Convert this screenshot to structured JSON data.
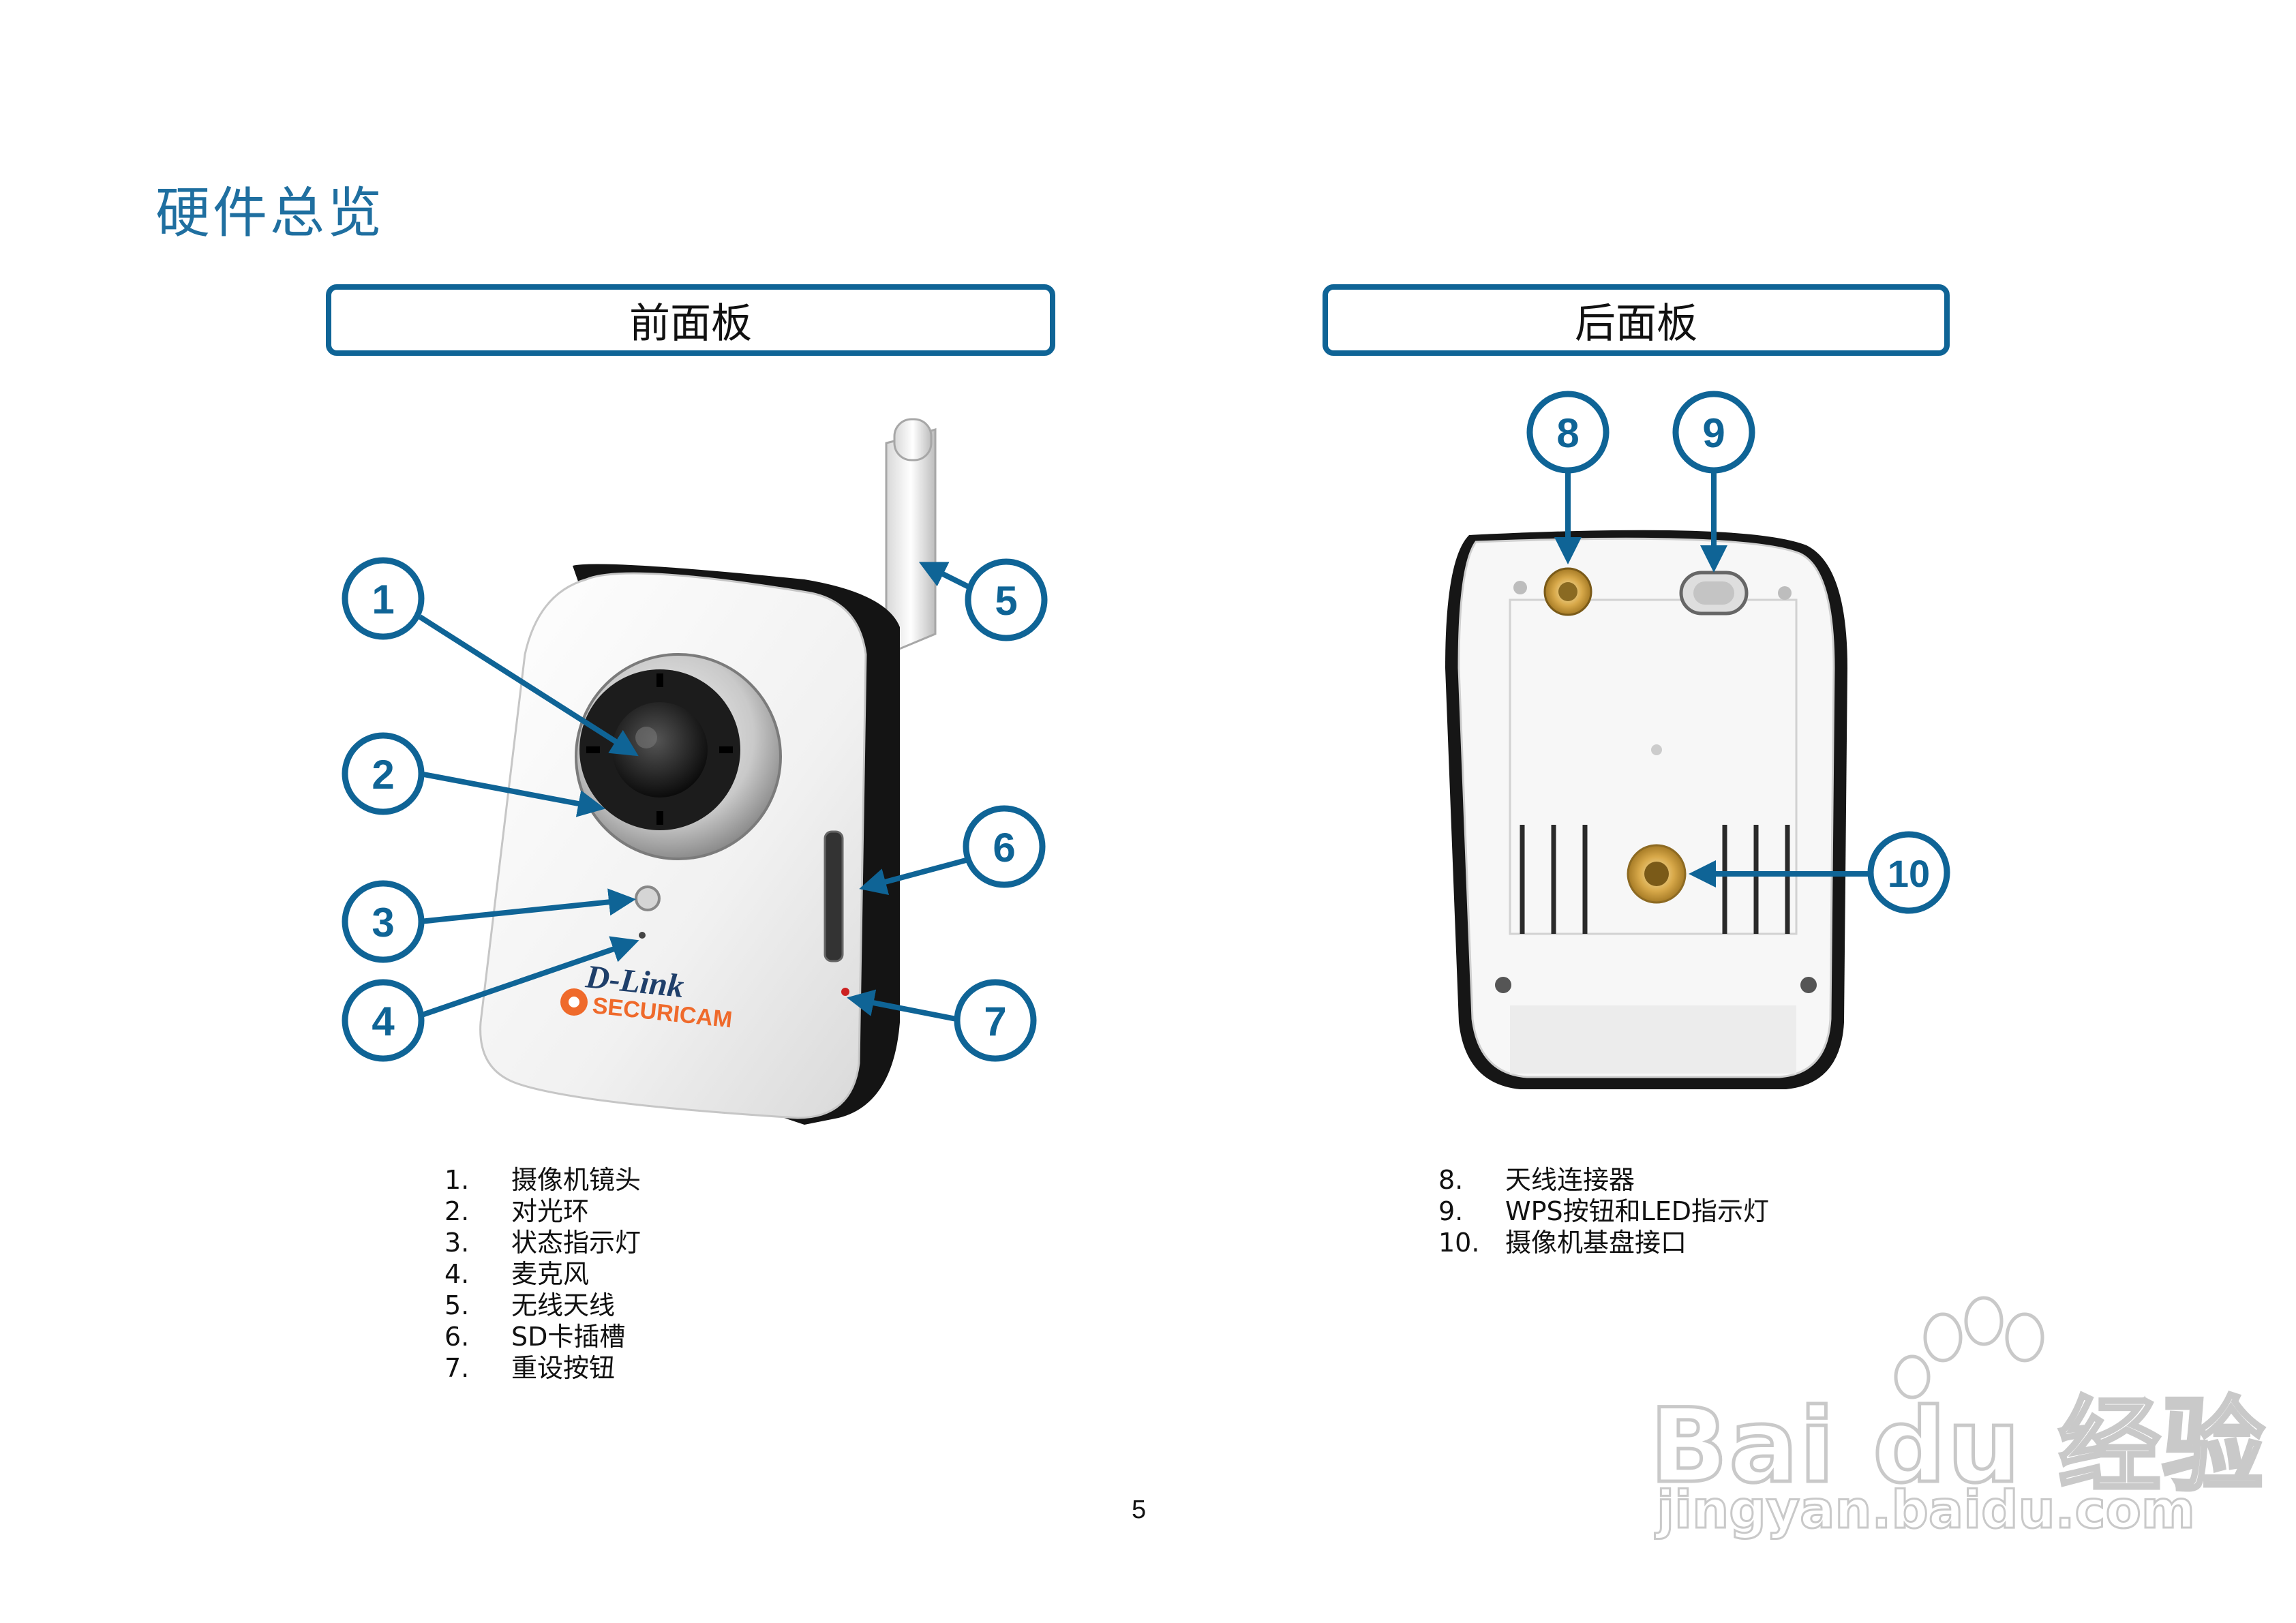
{
  "page": {
    "title": "硬件总览",
    "number": "5"
  },
  "front_panel": {
    "heading": "前面板",
    "device_brand": "D-Link",
    "device_product": "SECURICAM",
    "callouts": [
      "1",
      "2",
      "3",
      "4",
      "5",
      "6",
      "7"
    ],
    "items": [
      {
        "num": "1.",
        "label": "摄像机镜头"
      },
      {
        "num": "2.",
        "label": "对光环"
      },
      {
        "num": "3.",
        "label": "状态指示灯"
      },
      {
        "num": "4.",
        "label": "麦克风"
      },
      {
        "num": "5.",
        "label": "无线天线"
      },
      {
        "num": "6.",
        "label": "SD卡插槽"
      },
      {
        "num": "7.",
        "label": "重设按钮"
      }
    ]
  },
  "back_panel": {
    "heading": "后面板",
    "callouts": [
      "8",
      "9",
      "10"
    ],
    "items": [
      {
        "num": "8.",
        "label": "天线连接器"
      },
      {
        "num": "9.",
        "label": "WPS按钮和LED指示灯"
      },
      {
        "num": "10.",
        "label": "摄像机基盘接口"
      }
    ]
  },
  "watermark": {
    "brand": "Bai du 经验",
    "url": "jingyan.baidu.com"
  },
  "colors": {
    "accent": "#0f6496",
    "title": "#1f6fa0"
  }
}
